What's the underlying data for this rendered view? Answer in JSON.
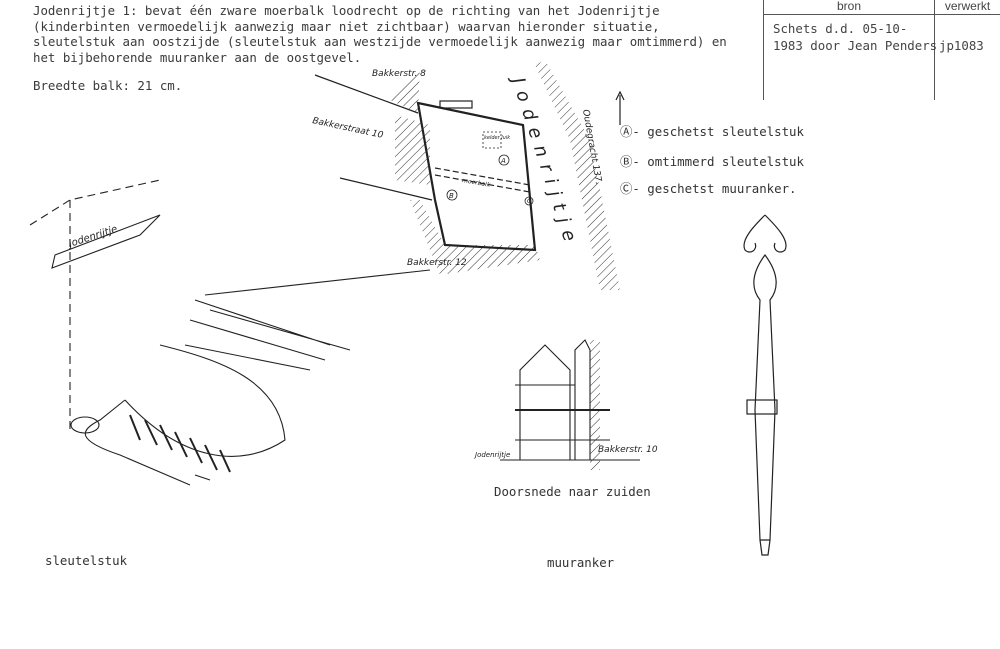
{
  "description": {
    "lines": [
      "Jodenrijtje 1: bevat één zware moerbalk loodrecht op de richting van het Jodenrijtje",
      "(kinderbinten vermoedelijk aanwezig maar niet zichtbaar) waarvan hieronder situatie,",
      "sleutelstuk aan oostzijde (sleutelstuk aan westzijde vermoedelijk aanwezig maar omtimmerd) en",
      "het bijbehorende muuranker aan de oostgevel."
    ],
    "width_note": "Breedte balk: 21 cm."
  },
  "source_table": {
    "headers": {
      "source": "bron",
      "processed": "verwerkt"
    },
    "source_lines": [
      "Schets d.d. 05-10-",
      "1983 door Jean Penders"
    ],
    "processed": "jp1083"
  },
  "map": {
    "labels": {
      "bakkerstr8": "Bakkerstr. 8",
      "bakkerstraat10": "Bakkerstraat 10",
      "bakkerstr12": "Bakkerstr. 12",
      "oudegracht": "Oudegracht 137.",
      "street": "Jodenrijtje",
      "kelderluik": "kelder luik",
      "moerbalk": "moerbalk",
      "a": "A",
      "b": "B",
      "c": "C"
    }
  },
  "legend": [
    {
      "marker": "A",
      "text": "- geschetst sleutelstuk"
    },
    {
      "marker": "B",
      "text": "- omtimmerd sleutelstuk"
    },
    {
      "marker": "C",
      "text": "- geschetst muuranker."
    }
  ],
  "section": {
    "left_label": "Jodenrijtje",
    "right_label": "Bakkerstr. 10",
    "caption": "Doorsnede naar zuiden"
  },
  "captions": {
    "key_piece": "sleutelstuk",
    "wall_anchor": "muuranker"
  },
  "sketch_text": {
    "key_piece_marking": "Jodenrijtje"
  }
}
